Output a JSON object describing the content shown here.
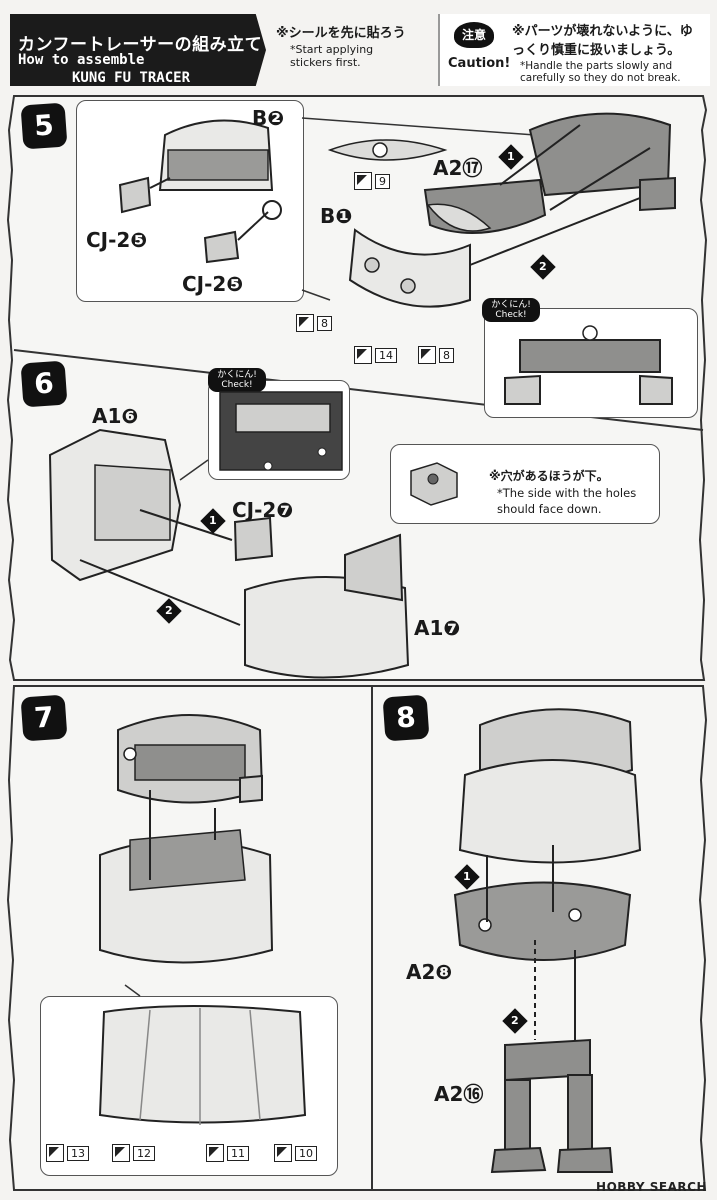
{
  "header": {
    "title_jp": "カンフートレーサーの組み立て",
    "title_en_line1": "How to assemble",
    "title_en_line2": "KUNG FU TRACER",
    "sticker_note_jp": "※シールを先に貼ろう",
    "sticker_note_en": "*Start applying stickers first.",
    "caution_badge": "注意",
    "caution_label": "Caution!",
    "caution_jp": "※パーツが壊れないように、ゆっくり慎重に扱いましょう。",
    "caution_en": "*Handle the parts slowly and carefully so they do not break."
  },
  "steps": [
    {
      "number": "5",
      "parts": [
        "B2",
        "CJ-25",
        "CJ-25",
        "A217",
        "B1"
      ],
      "part_labels": {
        "b2": "B❷",
        "cj_a": "CJ-2❺",
        "cj_b": "CJ-2❺",
        "a2": "A2⑰",
        "b1": "B❶"
      },
      "stickers": [
        "9",
        "8",
        "14",
        "8"
      ],
      "check": "かくにん! Check!",
      "arrows": [
        "1",
        "2"
      ]
    },
    {
      "number": "6",
      "part_labels": {
        "a1_top": "A1❻",
        "cj": "CJ-2❼",
        "a1_bottom": "A1❼"
      },
      "check": "かくにん! Check!",
      "arrows": [
        "1",
        "2"
      ],
      "holes_note_jp": "※穴があるほうが下。",
      "holes_note_en": "*The side with the holes should face down."
    },
    {
      "number": "7",
      "stickers": [
        "13",
        "12",
        "11",
        "10"
      ]
    },
    {
      "number": "8",
      "part_labels": {
        "a2_mid": "A2❽",
        "a2_bottom": "A2⑯"
      },
      "arrows": [
        "1",
        "2"
      ]
    }
  ],
  "watermark": "HOBBY SEARCH",
  "colors": {
    "ink": "#1b1b1b",
    "part_fill": "#e9e9e7",
    "part_shade": "#9a9a98",
    "panel_bg": "#ececea"
  }
}
